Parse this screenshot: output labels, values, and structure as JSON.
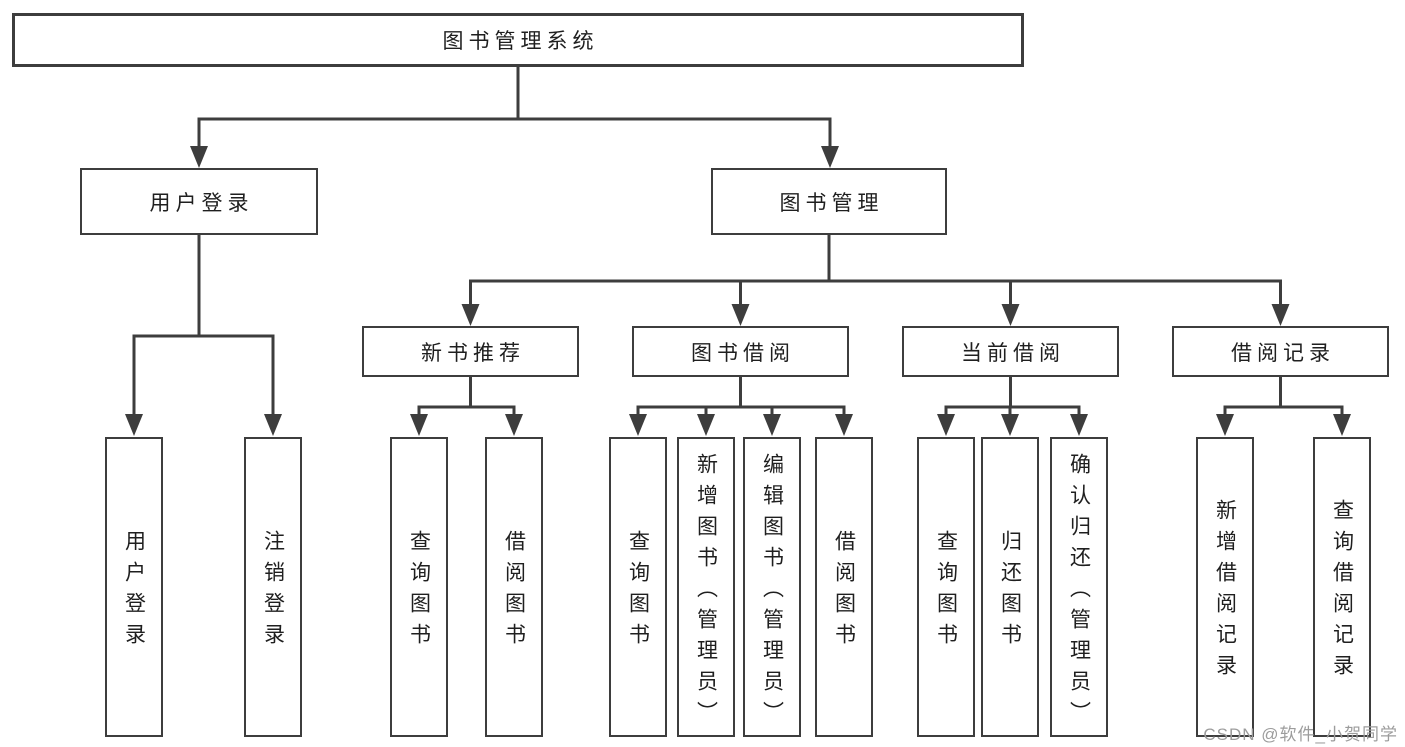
{
  "diagram": {
    "root": "图书管理系统",
    "branches": {
      "login": {
        "label": "用户登录",
        "children": [
          "用户登录",
          "注销登录"
        ]
      },
      "management": {
        "label": "图书管理",
        "groups": [
          {
            "label": "新书推荐",
            "children": [
              "查询图书",
              "借阅图书"
            ]
          },
          {
            "label": "图书借阅",
            "children": [
              "查询图书",
              "新增图书（管理员）",
              "编辑图书（管理员）",
              "借阅图书"
            ]
          },
          {
            "label": "当前借阅",
            "children": [
              "查询图书",
              "归还图书",
              "确认归还（管理员）"
            ]
          },
          {
            "label": "借阅记录",
            "children": [
              "新增借阅记录",
              "查询借阅记录"
            ]
          }
        ]
      }
    }
  },
  "watermark": "CSDN @软件_小贺同学",
  "colors": {
    "line": "#3d3d3d",
    "text": "#1f1f1f",
    "box_background": "#ffffff",
    "watermark": "#9c9c9c",
    "background": "#ffffff"
  }
}
